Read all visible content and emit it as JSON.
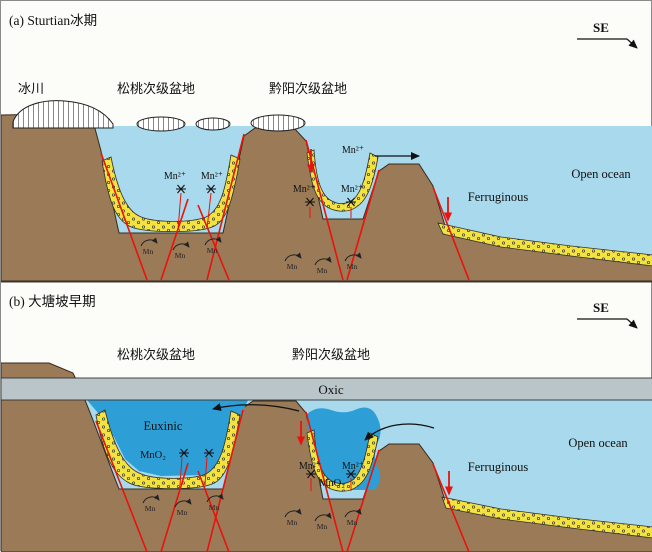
{
  "panel_a": {
    "title": "(a) Sturtian冰期",
    "se": "SE",
    "glacier": "冰川",
    "songtao_basin": "松桃次级盆地",
    "qianyang_basin": "黔阳次级盆地",
    "vents": [
      "Mn²⁺",
      "Mn²⁺",
      "Mn²⁺",
      "Mn²⁺"
    ],
    "flux": "Mn²⁺",
    "ferruginous": "Ferruginous",
    "open_ocean": "Open ocean",
    "mn_cycle": "Mn"
  },
  "panel_b": {
    "title": "(b) 大塘坡早期",
    "se": "SE",
    "songtao_basin": "松桃次级盆地",
    "qianyang_basin": "黔阳次级盆地",
    "oxic": "Oxic",
    "euxinic": "Euxinic",
    "mno2": [
      "MnO₂",
      "MnO₂"
    ],
    "vents": [
      "Mn²⁺",
      "Mn²⁺"
    ],
    "ferruginous": "Ferruginous",
    "open_ocean": "Open ocean",
    "mn_cycle": "Mn"
  },
  "colors": {
    "ocean": "#a8d9ec",
    "land": "#9b7a58",
    "euxinic": "#2e9fd6",
    "oxic_band": "#b9c5c8",
    "sediment": "#f2e342",
    "fault": "#e8130c"
  }
}
